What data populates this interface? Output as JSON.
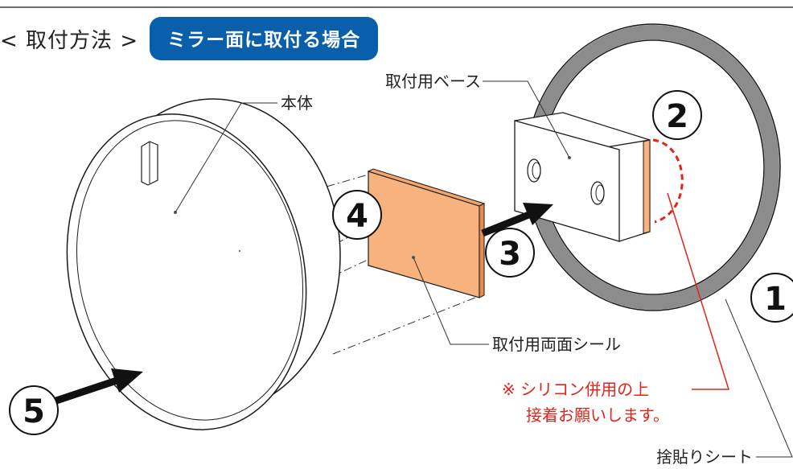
{
  "header": {
    "section_title": "< 取付方法 >",
    "badge": "ミラー面に取付る場合"
  },
  "labels": {
    "body": "本体",
    "base": "取付用ベース",
    "tape": "取付用両面シール",
    "sheet": "捨貼りシート",
    "note_line1": "※ シリコン併用の上",
    "note_line2": "接着お願いします。"
  },
  "steps": [
    "1",
    "2",
    "3",
    "4",
    "5"
  ],
  "colors": {
    "badge_bg": "#0a5fab",
    "tape_fill": "#f7b27e",
    "ring": "#8c8c8c",
    "note_red": "#e2231a",
    "arrow": "#111111"
  }
}
